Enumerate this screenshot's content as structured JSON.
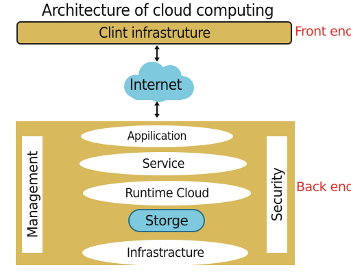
{
  "title": "Architecture of cloud computing",
  "front_end": {
    "box_label": "Clint infrastruture",
    "side_label": "Front end"
  },
  "internet": {
    "label": "Internet"
  },
  "back_end": {
    "side_label": "Back end",
    "management_label": "Management",
    "security_label": "Security",
    "layers": [
      "Appilication",
      "Service",
      "Runtime Cloud",
      "Storge",
      "Infrastracture"
    ]
  },
  "colors": {
    "box_fill": "#d8b95c",
    "cloud_fill": "#7ec9dd",
    "side_label": "#d9302c"
  }
}
